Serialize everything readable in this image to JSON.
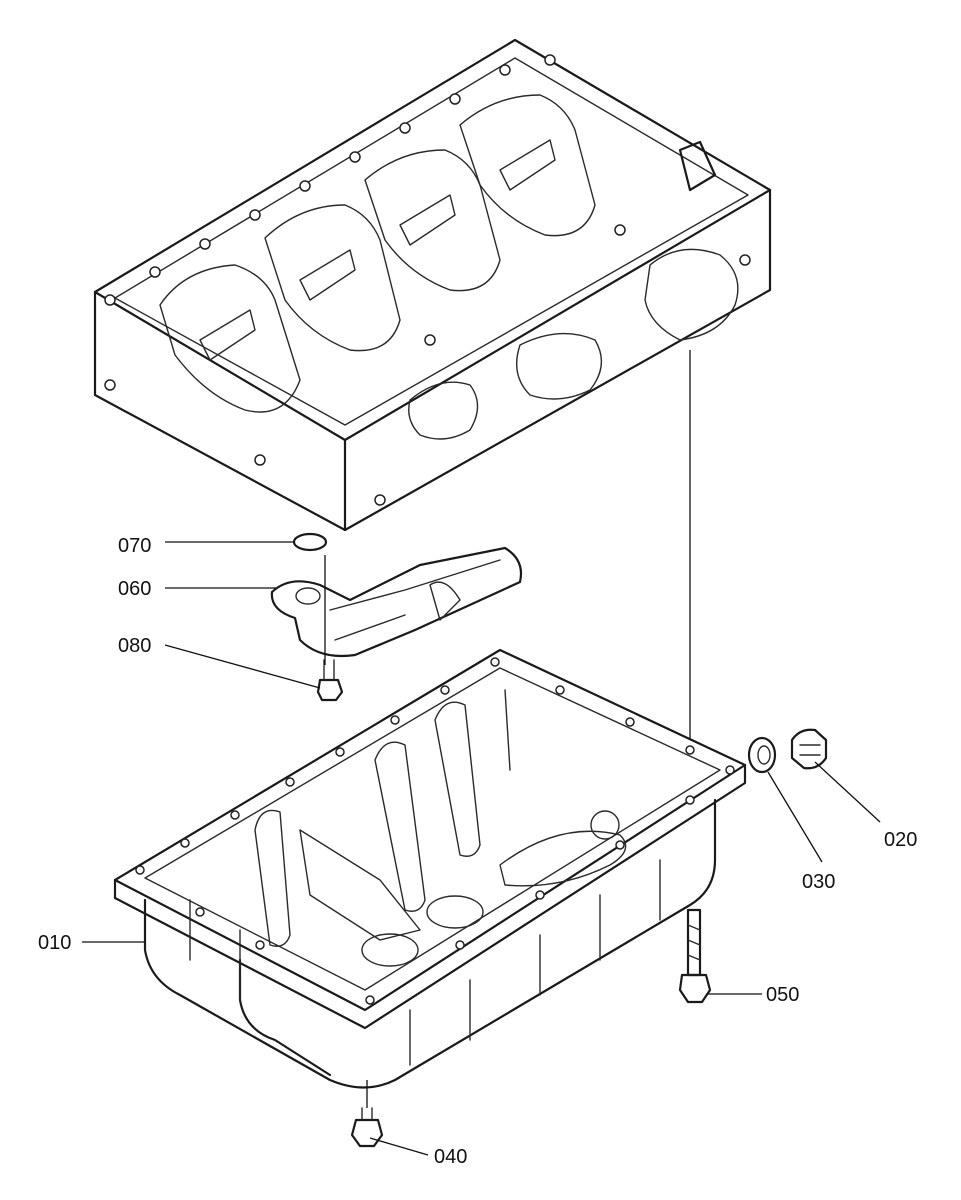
{
  "callouts": {
    "c010": "010",
    "c020": "020",
    "c030": "030",
    "c040": "040",
    "c050": "050",
    "c060": "060",
    "c070": "070",
    "c080": "080"
  },
  "colors": {
    "line": "#1a1a1a",
    "background": "#ffffff"
  }
}
